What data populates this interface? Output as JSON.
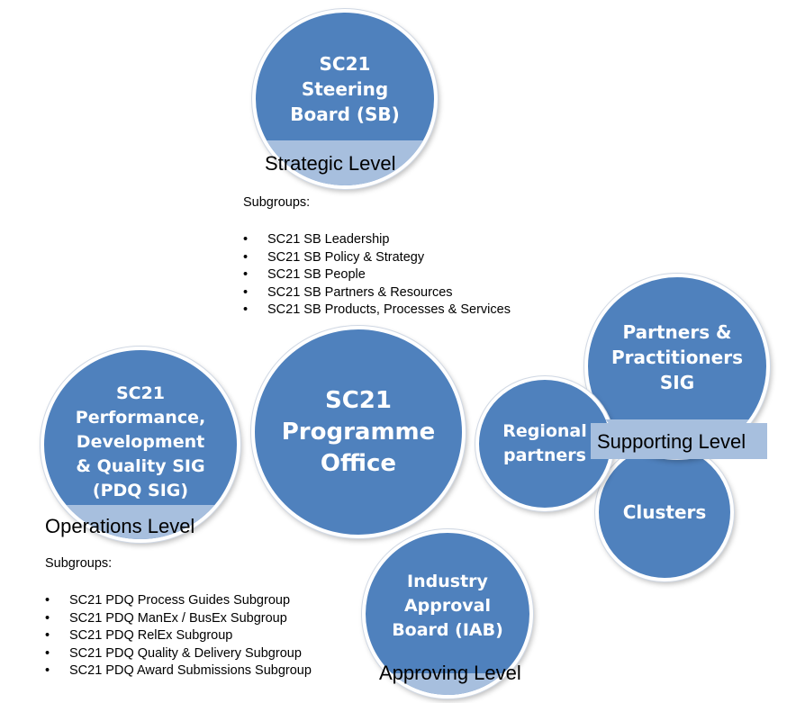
{
  "nodes": {
    "steering_board": {
      "label": "SC21\nSteering\nBoard (SB)"
    },
    "programme_office": {
      "label": "SC21\nProgramme\nOffice"
    },
    "pdq_sig": {
      "label": "SC21\nPerformance,\nDevelopment\n& Quality SIG\n(PDQ SIG)"
    },
    "regional_partners": {
      "label": "Regional\npartners"
    },
    "partners_practitioners": {
      "label": "Partners &\nPractitioners\nSIG"
    },
    "clusters": {
      "label": "Clusters"
    },
    "iab": {
      "label": "Industry\nApproval\nBoard (IAB)"
    }
  },
  "levels": {
    "strategic": "Strategic Level",
    "operations": "Operations Level",
    "supporting": "Supporting Level",
    "approving": "Approving Level"
  },
  "sb_subgroups": {
    "heading": "Subgroups:",
    "items": [
      "SC21 SB Leadership",
      "SC21 SB Policy & Strategy",
      "SC21 SB People",
      "SC21 SB Partners & Resources",
      "SC21 SB Products, Processes & Services"
    ]
  },
  "pdq_subgroups": {
    "heading": "Subgroups:",
    "items": [
      "SC21 PDQ Process Guides Subgroup",
      "SC21 PDQ ManEx / BusEx Subgroup",
      "SC21 PDQ RelEx Subgroup",
      "SC21 PDQ Quality & Delivery Subgroup",
      "SC21 PDQ Award Submissions Subgroup"
    ]
  },
  "colors": {
    "circle_fill": "#4f81bd",
    "band_fill": "#a7bfde"
  }
}
